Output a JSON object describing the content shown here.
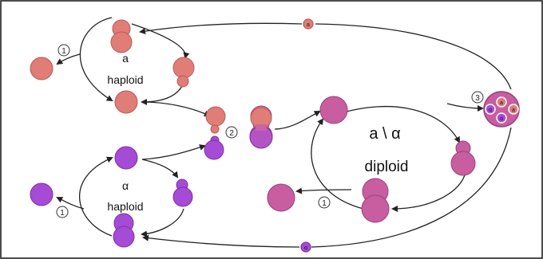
{
  "colors": {
    "a_cell": "#e07d76",
    "a_cell_dark": "#b85a57",
    "alpha_cell": "#a64bd6",
    "alpha_cell_dark": "#7e2fa6",
    "diploid_cell": "#c85ea0",
    "diploid_cell_dark": "#9a3f7c",
    "arrow": "#222222",
    "frame": "#111111"
  },
  "labels": {
    "a_haploid_letter": "a",
    "a_haploid_word": "haploid",
    "alpha_haploid_letter": "α",
    "alpha_haploid_word": "haploid",
    "diploid_letter": "a \\ α",
    "diploid_word": "diploid"
  },
  "markers": {
    "m1_top": "1",
    "m1_bottom_left": "1",
    "m1_bottom_right": "1",
    "m2": "2",
    "m3": "3"
  },
  "spore_letters": {
    "top": "a",
    "bottom": "α",
    "ascus_1": "a",
    "ascus_2": "a",
    "ascus_3": "α",
    "ascus_4": "α"
  }
}
